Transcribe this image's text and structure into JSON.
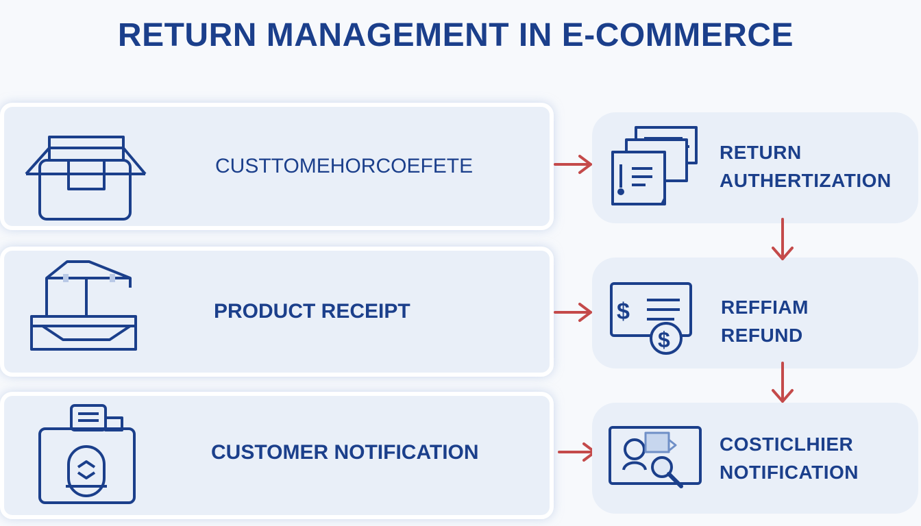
{
  "title": "RETURN MANAGEMENT IN E-COMMERCE",
  "colors": {
    "primary": "#1b3f8b",
    "arrow": "#c44a4a",
    "panel": "#e9eff8"
  },
  "left_steps": [
    {
      "label": "CUSTTOMEHORCOEFETE",
      "icon": "open-box-icon"
    },
    {
      "label": "PRODUCT RECEIPT",
      "icon": "receiving-dock-icon"
    },
    {
      "label": "CUSTOMER NOTIFICATION",
      "icon": "mailbox-icon"
    }
  ],
  "right_steps": [
    {
      "line1": "RETURN",
      "line2": "AUTHERTIZATION",
      "icon": "documents-icon"
    },
    {
      "line1": "REFFIAM",
      "line2": "REFUND",
      "icon": "refund-check-icon"
    },
    {
      "line1": "COSTICLHIER",
      "line2": "NOTIFICATION",
      "icon": "monitor-search-icon"
    }
  ]
}
